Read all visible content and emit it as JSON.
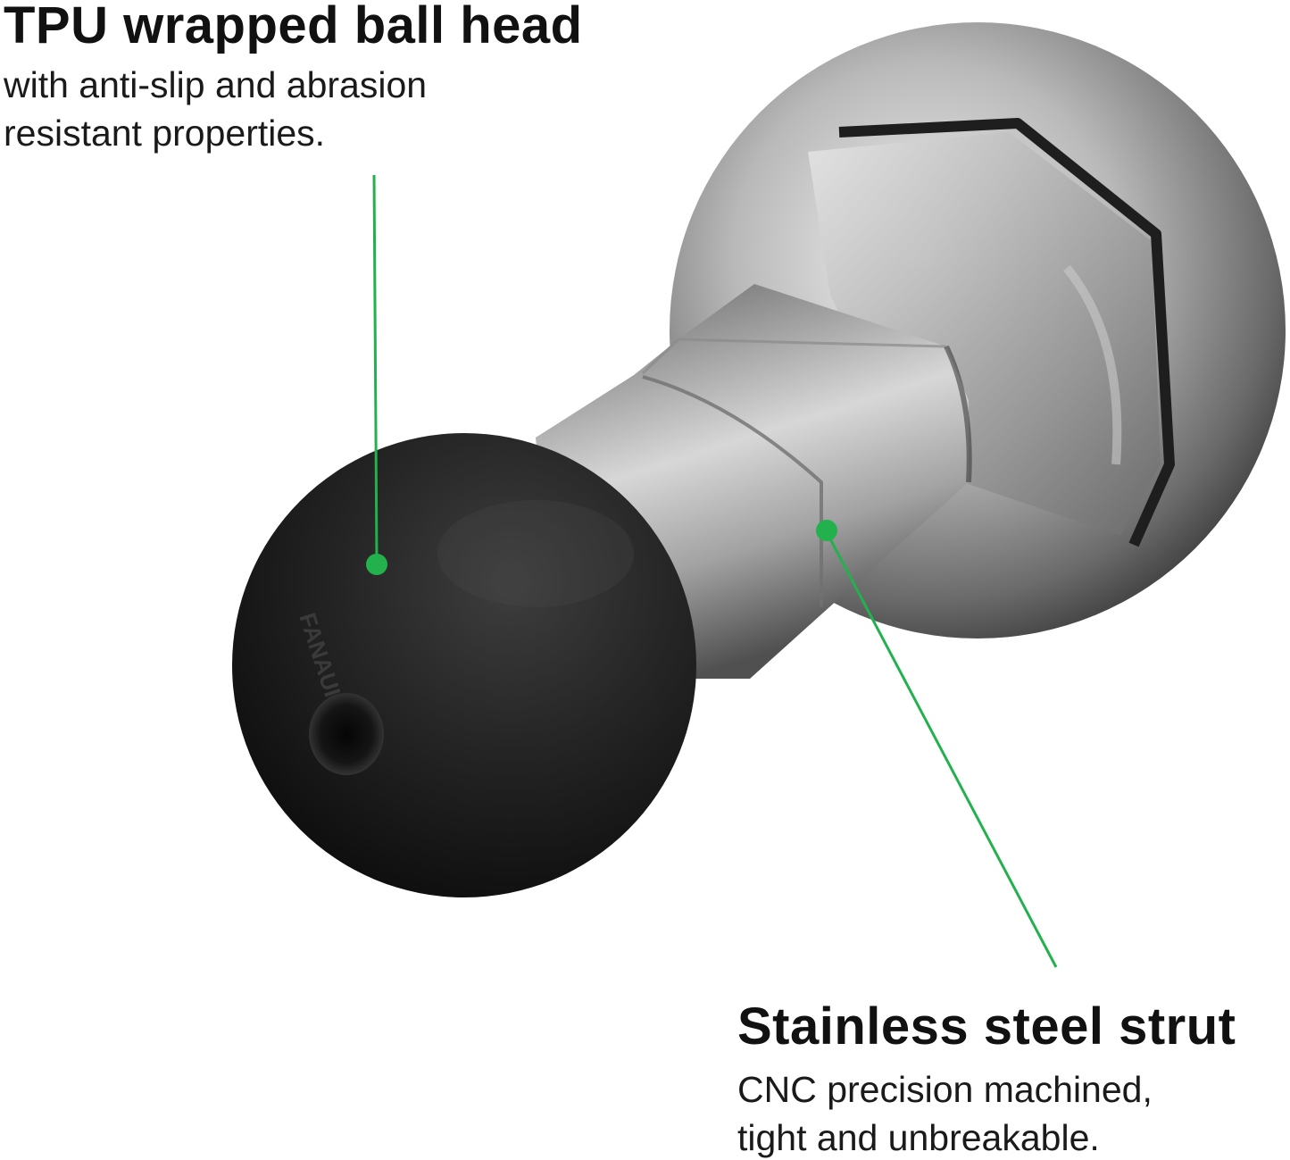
{
  "callouts": {
    "ball_head": {
      "title": "TPU wrapped ball head",
      "line1": "with anti-slip and abrasion",
      "line2": "resistant properties."
    },
    "strut": {
      "title": "Stainless steel strut",
      "line1": "CNC precision machined,",
      "line2": "tight and unbreakable."
    }
  },
  "product": {
    "brand_mark": "FANAUI"
  },
  "colors": {
    "pointer_green": "#23b14d",
    "ball_black": "#1c1c1c",
    "steel_gray": "#8f8f8f",
    "text": "#111111"
  }
}
